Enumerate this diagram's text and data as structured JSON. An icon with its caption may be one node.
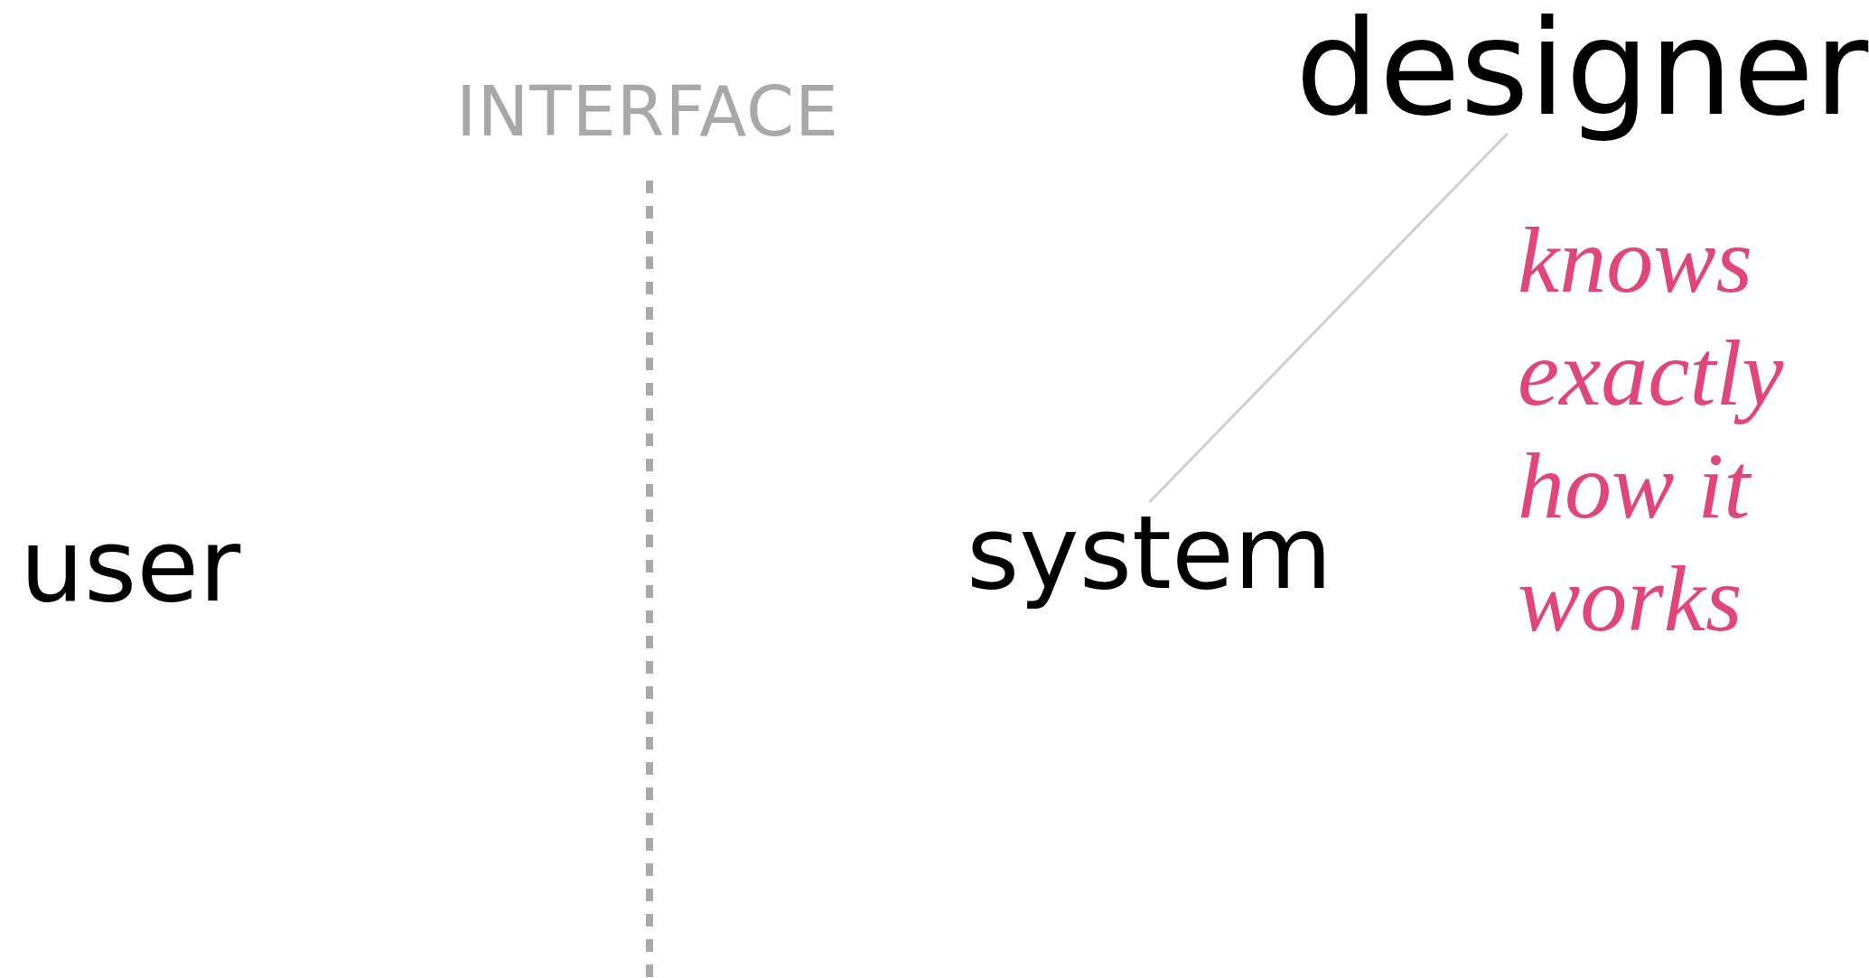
{
  "diagram": {
    "nodes": [
      {
        "text": [
          "designer"
        ]
      },
      {
        "text": [
          "user"
        ]
      },
      {
        "text": [
          "system"
        ]
      }
    ],
    "edges": [
      {
        "from": 0,
        "to": 2,
        "arrow": "none"
      }
    ],
    "labels": [
      "INTERFACE",
      "knows exactly how it works"
    ]
  }
}
